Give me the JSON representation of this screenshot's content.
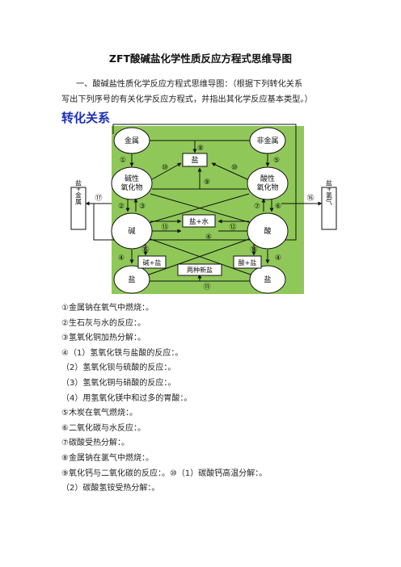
{
  "doc": {
    "title": "ZFT酸碱盐化学性质反应方程式思维导图",
    "intro_line1": "一、酸碱盐性质化学反应方程式思维导图：（根据下列转化关系",
    "intro_line2": "写出下列序号的有关化学反应方程式，并指出其化学反应基本类型。）"
  },
  "diagram": {
    "heading": "转化关系",
    "nodes": {
      "metal": "金属",
      "nonmetal": "非金属",
      "salt_top": "盐",
      "basic_oxide_l1": "碱性",
      "basic_oxide_l2": "氧化物",
      "acidic_oxide_l1": "酸性",
      "acidic_oxide_l2": "氧化物",
      "base": "碱",
      "acid": "酸",
      "salt_bl": "盐",
      "salt_br": "盐",
      "salt_water": "盐+水",
      "base_salt": "碱+盐",
      "acid_salt": "酸+盐",
      "two_salts": "两种新盐",
      "salt_metal_v": "盐+金属",
      "salt_h2_v": "盐+氢气"
    },
    "labels": {
      "n1": "①",
      "n2": "②",
      "n3": "③",
      "n4a": "④",
      "n4b": "④",
      "n4c": "④",
      "n5": "⑤",
      "n6": "⑥",
      "n7": "⑦",
      "n8": "⑧",
      "n9": "⑨",
      "n10a": "⑩",
      "n10b": "⑩",
      "n11": "⑪",
      "n12": "⑫",
      "n13": "⑬",
      "n14": "⑭",
      "n15": "⑮",
      "n16": "⑯",
      "n17": "⑰"
    }
  },
  "items": [
    "①金属钠在氧气中燃烧：。",
    "②生石灰与水的反应：。",
    "③氢氧化铜加热分解：。",
    "④（1）氢氧化铁与盐酸的反应：。",
    "（2）氢氧化钡与硫酸的反应：。",
    "（3）氢氧化铜与硝酸的反应：。",
    "（4）用氢氧化镁中和过多的胃酸：。",
    "⑤木炭在氧气燃烧：。",
    "⑥二氧化碳与水反应：。",
    "⑦碳酸受热分解：。",
    "⑧金属钠在氯气中燃烧：。",
    "⑨氧化钙与二氧化碳的反应：。⑩（1）碳酸钙高温分解：。",
    "（2）碳酸氢铵受热分解：。"
  ],
  "colors": {
    "diagram_bg": "#8fc858",
    "box_fill": "#ffffff",
    "line": "#111111",
    "heading": "#1e2fb4"
  }
}
